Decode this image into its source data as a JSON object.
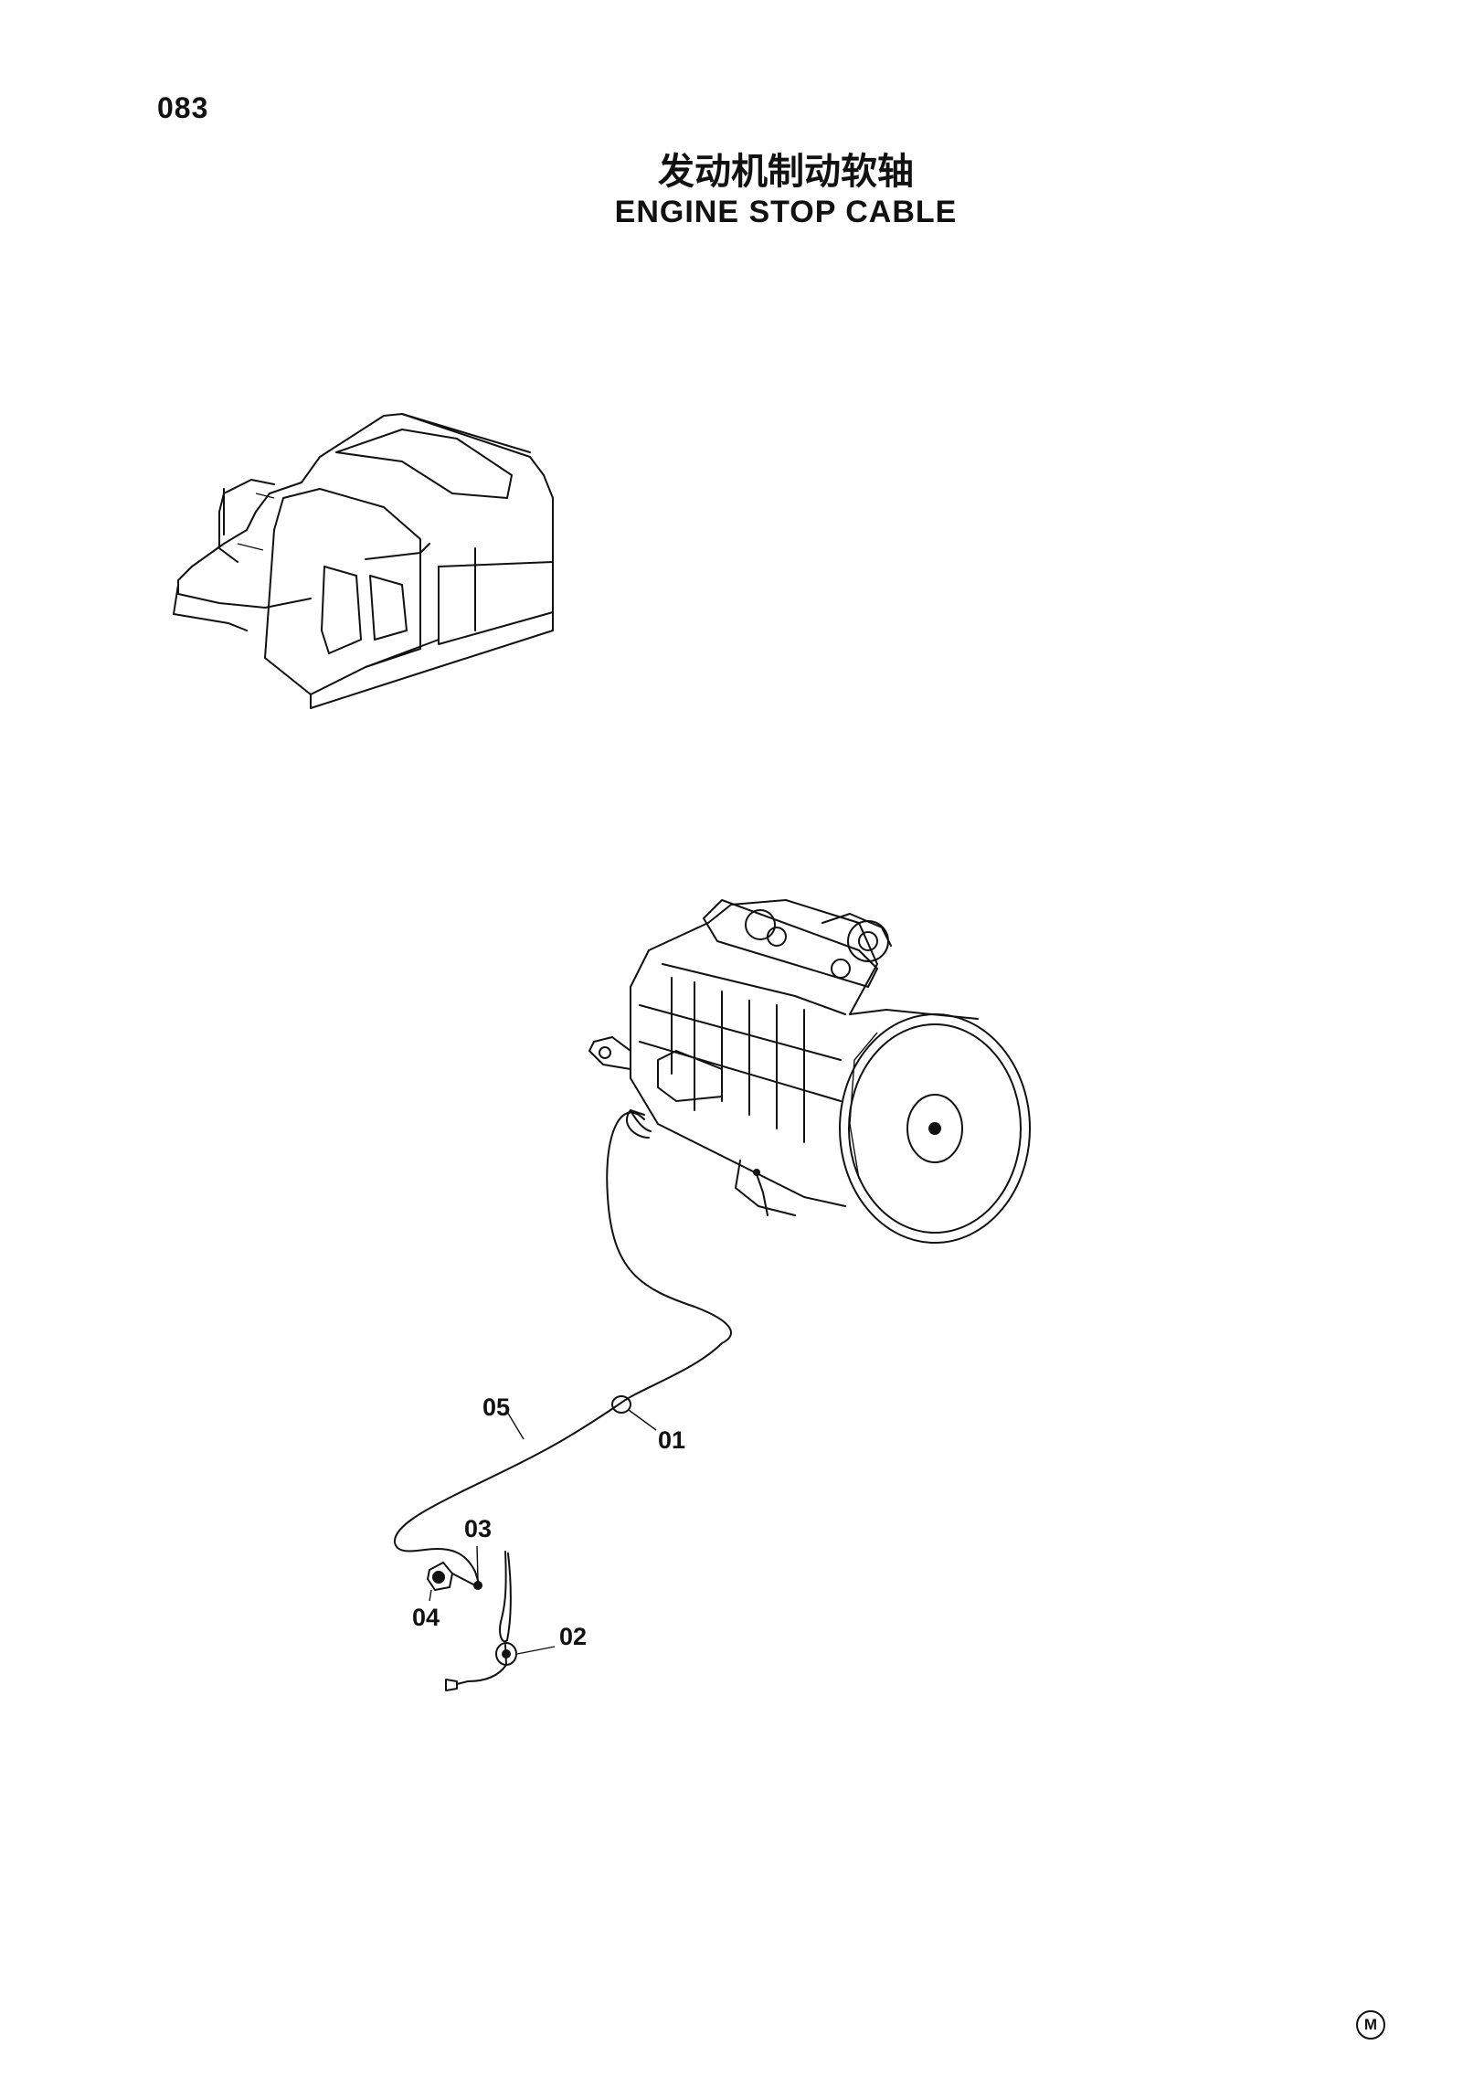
{
  "page_number": "083",
  "title_cn": "发动机制动软轴",
  "title_en": "ENGINE STOP CABLE",
  "callouts": {
    "p01": "01",
    "p02": "02",
    "p03": "03",
    "p04": "04",
    "p05": "05"
  },
  "corner_mark": "M"
}
